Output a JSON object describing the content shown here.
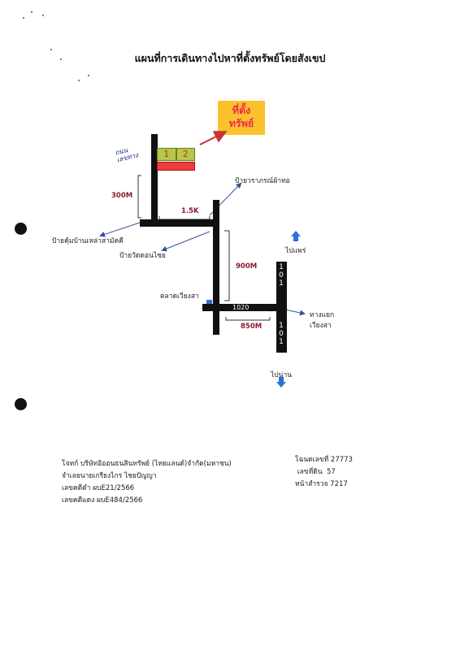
{
  "title": "แผนที่การเดินทางไปหาที่ตั้งทรัพย์โดยสังเขป",
  "target_label": [
    "ที่ตั้ง",
    "ทรัพย์"
  ],
  "lots": [
    "1",
    "2"
  ],
  "handwriting": "ถนน\nเลขทาง",
  "landmarks": {
    "jewelry_sign": "ป้ายวราภรณ์ผ้าทอ",
    "alley_sign": "ป้ายคุ้มบ้านเหล่าสามัคคี",
    "temple_sign": "ป้ายวัดดอนไชย",
    "market": "ตลาดเวียงสา",
    "junction": [
      "ทางแยก",
      "เวียงสา"
    ],
    "to_phrae": "ไปแพร่",
    "to_nan": "ไปน่าน"
  },
  "distances": {
    "d300": "300M",
    "d1_5k": "1.5K",
    "d900": "900M",
    "d850": "850M"
  },
  "roads": {
    "road_1020": "1020",
    "highway_101": [
      "1",
      "0",
      "1"
    ],
    "highway_101_lower": [
      "1",
      "0",
      "1"
    ]
  },
  "colors": {
    "road": "#111111",
    "target_bg": "#fbc22c",
    "target_text": "#ee2b4e",
    "distance_text": "#8b1a2e",
    "lot_fill": "#b5c84a",
    "lot_red": "#ee3b3b",
    "arrow_blue": "#2f6fd6",
    "arrow_orange": "#f08a24",
    "leader_line": "#3a4f9a"
  },
  "footer_left": [
    "โจทก์ บริษัทอิออนธนสินทรัพย์ (ไทยแลนด์)จำกัด(มหาชน)",
    "จำเลยนายเกรียงไกร ไชยปัญญา",
    "เลขคดีดำ ผบE21/2566",
    "เลขคดีแดง ผบE484/2566"
  ],
  "footer_right": [
    "โฉนดเลขที่ 27773",
    " เลขที่ดิน  57",
    "หน้าสำรวจ 7217"
  ]
}
